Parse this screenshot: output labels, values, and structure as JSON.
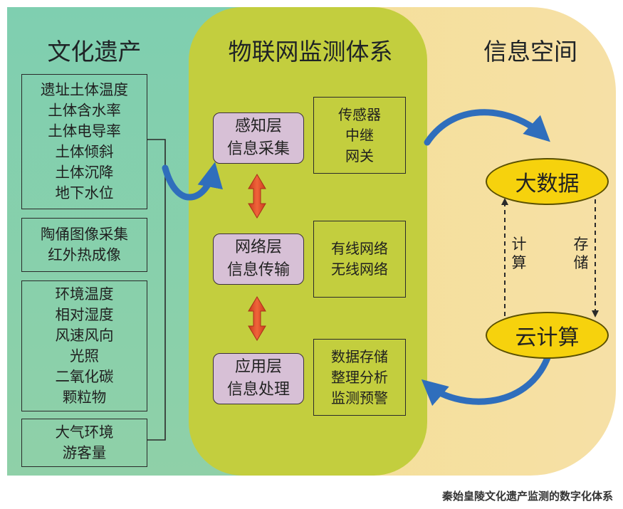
{
  "headings": {
    "heritage": "文化遗产",
    "iot": "物联网监测体系",
    "info": "信息空间"
  },
  "heritage_groups": [
    [
      "遗址土体温度",
      "土体含水率",
      "土体电导率",
      "土体倾斜",
      "土体沉降",
      "地下水位"
    ],
    [
      "陶俑图像采集",
      "红外热成像"
    ],
    [
      "环境温度",
      "相对湿度",
      "风速风向",
      "光照",
      "二氧化碳",
      "颗粒物"
    ],
    [
      "大气环境",
      "游客量"
    ]
  ],
  "layers": [
    {
      "lines": [
        "感知层",
        "信息采集"
      ],
      "detail": [
        "传感器",
        "中继",
        "网关"
      ]
    },
    {
      "lines": [
        "网络层",
        "信息传输"
      ],
      "detail": [
        "有线网络",
        "无线网络"
      ]
    },
    {
      "lines": [
        "应用层",
        "信息处理"
      ],
      "detail": [
        "数据存储",
        "整理分析",
        "监测预警"
      ]
    }
  ],
  "info_space": {
    "big_data": "大数据",
    "cloud": "云计算",
    "compute": "计算",
    "storage": "存储"
  },
  "caption": "秦始皇陵文化遗产监测的数字化体系",
  "colors": {
    "heritage_bg": "#88cfaa",
    "iot_bg": "#c2ce3c",
    "info_bg": "#f7de9a",
    "layer_box": "#d7c0d6",
    "ellipse": "#f6d20d",
    "blue_arrow": "#2f6ebc",
    "red_arrow": "#e04a28"
  }
}
